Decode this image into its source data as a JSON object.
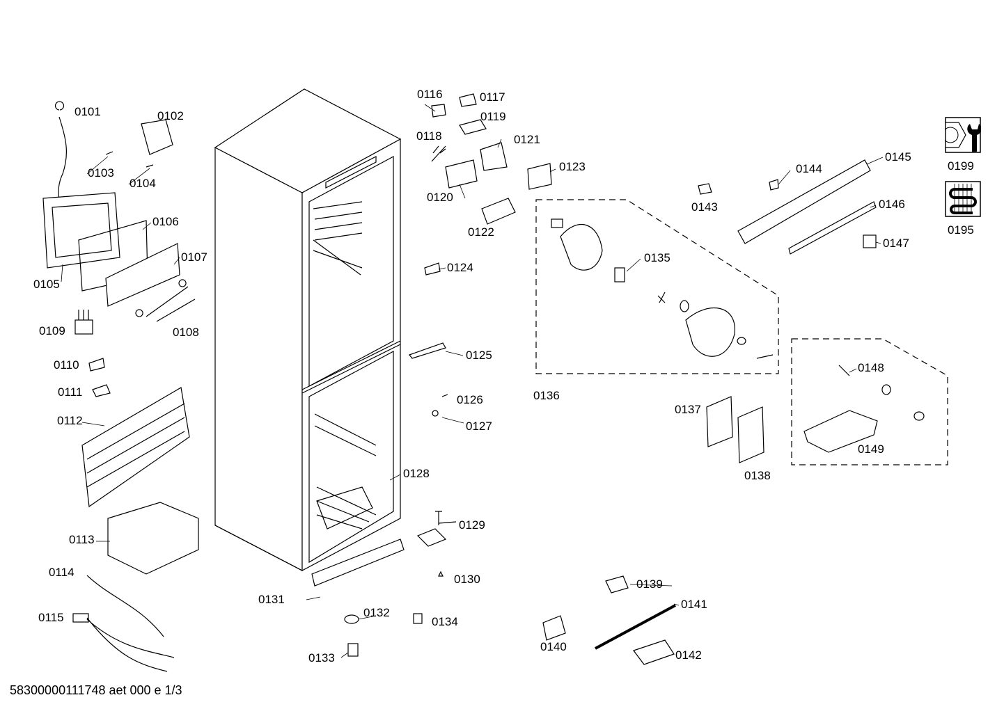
{
  "diagram": {
    "footer": "58300000111748 aet 000 e 1/3",
    "part_labels": [
      "0101",
      "0102",
      "0103",
      "0104",
      "0105",
      "0106",
      "0107",
      "0108",
      "0109",
      "0110",
      "0111",
      "0112",
      "0113",
      "0114",
      "0115",
      "0116",
      "0117",
      "0118",
      "0119",
      "0120",
      "0121",
      "0122",
      "0123",
      "0124",
      "0125",
      "0126",
      "0127",
      "0128",
      "0129",
      "0130",
      "0131",
      "0132",
      "0133",
      "0134",
      "0135",
      "0136",
      "0137",
      "0138",
      "0139",
      "0140",
      "0141",
      "0142",
      "0143",
      "0144",
      "0145",
      "0146",
      "0147",
      "0148",
      "0149"
    ],
    "service_icons": [
      {
        "icon": "nut-wrench-icon",
        "label": "0199"
      },
      {
        "icon": "heating-coil-icon",
        "label": "0195"
      }
    ]
  }
}
